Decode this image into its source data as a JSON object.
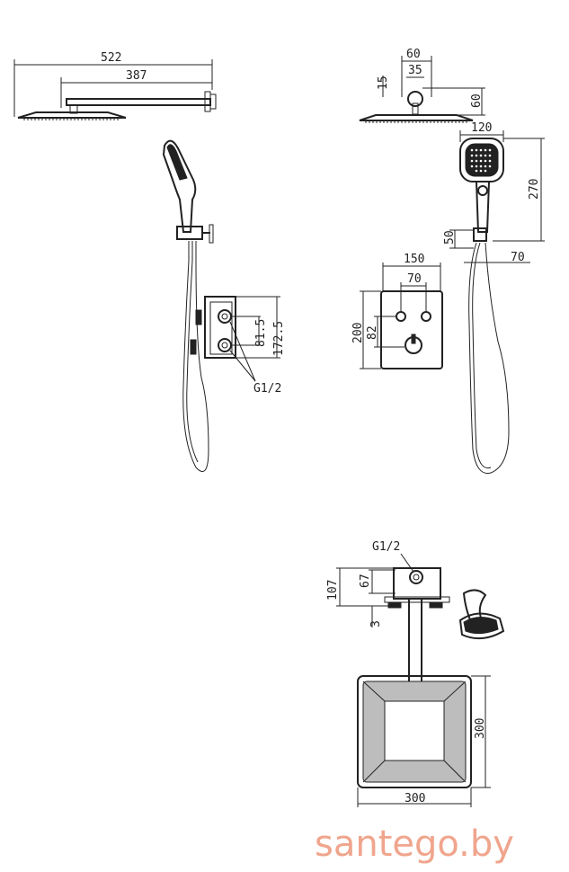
{
  "dimensions": {
    "overhead_arm_total": "522",
    "overhead_arm_length": "387",
    "mount_width": "60",
    "mount_inner_width": "35",
    "mount_offset": "15",
    "mount_height": "60",
    "handshower_width": "120",
    "handshower_length": "270",
    "holder_height": "50",
    "holder_depth": "70",
    "panel_width": "150",
    "panel_knob_spacing": "70",
    "panel_height": "200",
    "panel_knob_height": "82",
    "box_inner_spacing": "81.5",
    "box_depth": "172.5",
    "thread_side": "G1/2",
    "thread_top": "G1/2",
    "box_top_depth": "107",
    "box_top_inner": "67",
    "box_wall": "3",
    "head_height": "300",
    "head_width": "300"
  },
  "watermark": "santego.by",
  "colors": {
    "line": "#222222",
    "watermark": "#f0a58d",
    "background": "#ffffff"
  }
}
